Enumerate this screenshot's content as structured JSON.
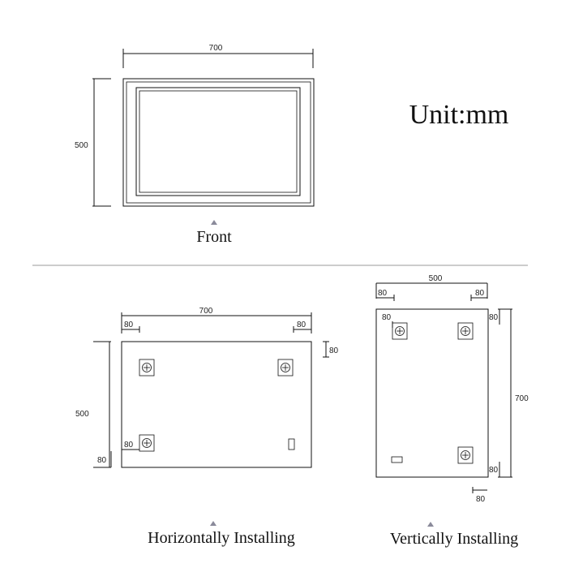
{
  "unit_label": "Unit:mm",
  "front": {
    "width_label": "700",
    "height_label": "500",
    "caption": "Front"
  },
  "horizontal": {
    "width_label": "700",
    "height_label": "500",
    "left_offset": "80",
    "right_offset": "80",
    "top_offset": "80",
    "bottom_offset": "80",
    "inner_offset": "80",
    "caption": "Horizontally Installing"
  },
  "vertical": {
    "width_label": "500",
    "height_label": "700",
    "left_offset": "80",
    "right_offset": "80",
    "inner_offset": "80",
    "top_right_offset": "80",
    "bottom_right_offset": "80",
    "bottom_offset": "80",
    "caption": "Vertically Installing"
  },
  "colors": {
    "line": "#111111",
    "marker": "#8a8a9a",
    "divider": "#999999"
  }
}
